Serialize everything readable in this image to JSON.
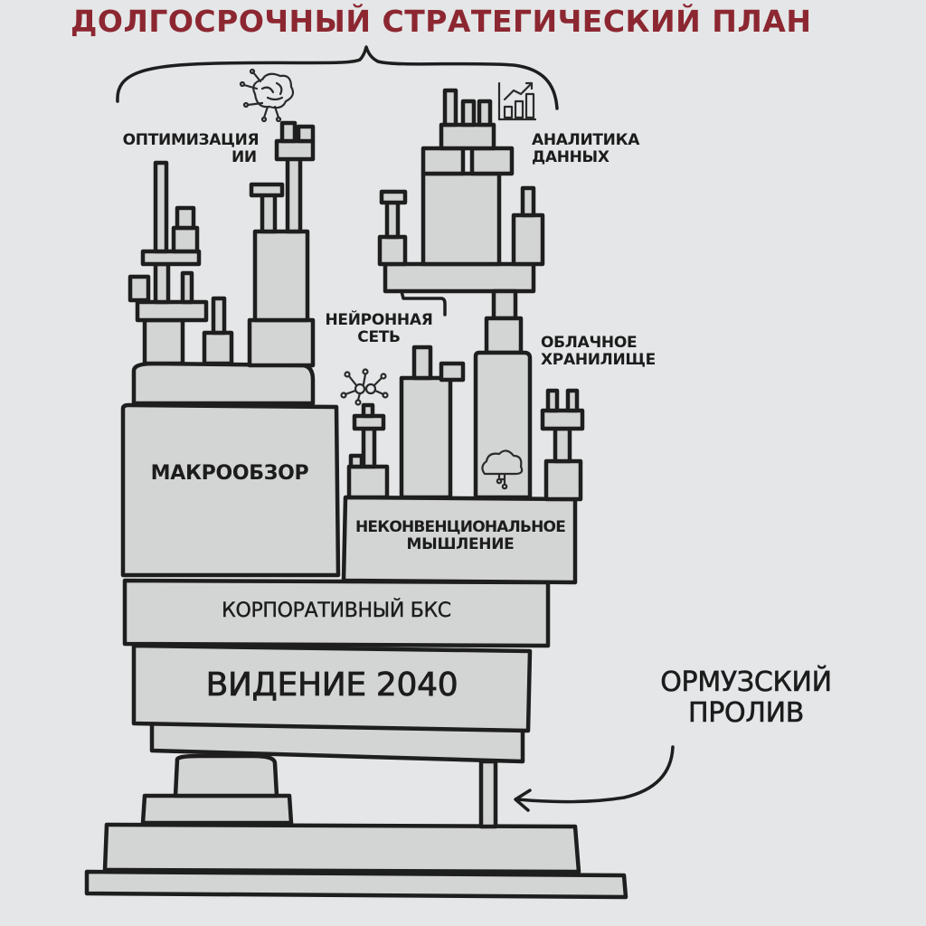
{
  "title": "ДОЛГОСРОЧНЫЙ СТРАТЕГИЧЕСКИЙ ПЛАН",
  "colors": {
    "title": "#8c2731",
    "background": "#e4e6e7",
    "block_fill": "#d3d4d4",
    "outline": "#1e1e1e"
  },
  "labels": {
    "ai_optimization": {
      "line1": "ОПТИМИЗАЦИЯ",
      "line2": "ИИ"
    },
    "data_analytics": {
      "line1": "АНАЛИТИКА",
      "line2": "ДАННЫХ"
    },
    "neural_network": {
      "line1": "НЕЙРОННАЯ",
      "line2": "СЕТЬ"
    },
    "cloud_storage": {
      "line1": "ОБЛАЧНОЕ",
      "line2": "ХРАНИЛИЩЕ"
    },
    "macro_review": "МАКРООБЗОР",
    "unconventional_thinking": {
      "line1": "НЕКОНВЕНЦИОНАЛЬНОЕ",
      "line2": "МЫШЛЕНИЕ"
    },
    "corporate_bcs": "КОРПОРАТИВНЫЙ БКС",
    "vision_2040": "ВИДЕНИЕ 2040",
    "strait_of_hormuz": {
      "line1": "ОРМУЗСКИЙ",
      "line2": "ПРОЛИВ"
    }
  },
  "icons": [
    "brain-circuit-icon",
    "bar-chart-growth-icon",
    "neural-network-icon",
    "cloud-network-icon",
    "curly-brace",
    "arrow-pointer"
  ]
}
